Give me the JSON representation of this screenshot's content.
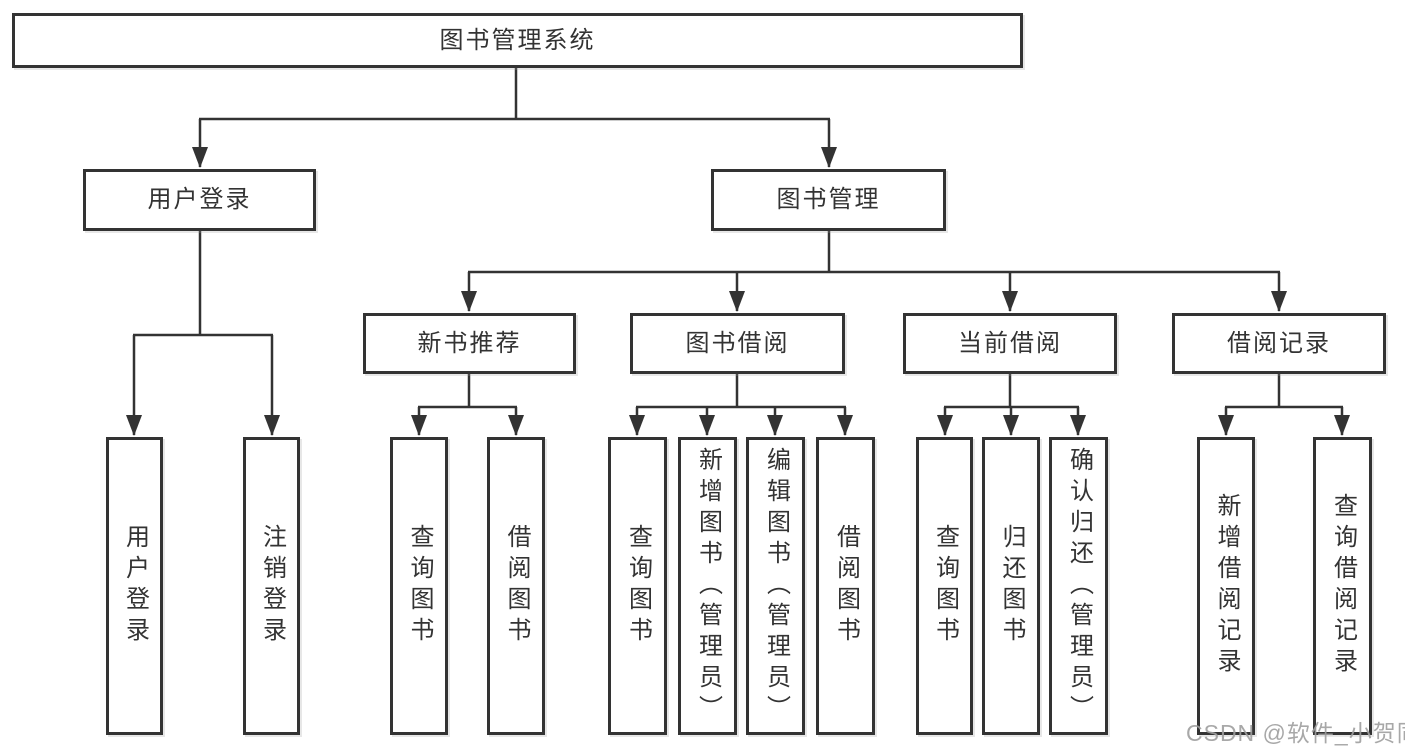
{
  "tree": {
    "root": {
      "label": "图书管理系统"
    },
    "branches": [
      {
        "label": "用户登录",
        "leaves": [
          "用户登录",
          "注销登录"
        ]
      },
      {
        "label": "图书管理",
        "groups": [
          {
            "label": "新书推荐",
            "leaves": [
              "查询图书",
              "借阅图书"
            ]
          },
          {
            "label": "图书借阅",
            "leaves": [
              "查询图书",
              "新增图书（管理员）",
              "编辑图书（管理员）",
              "借阅图书"
            ]
          },
          {
            "label": "当前借阅",
            "leaves": [
              "查询图书",
              "归还图书",
              "确认归还（管理员）"
            ]
          },
          {
            "label": "借阅记录",
            "leaves": [
              "新增借阅记录",
              "查询借阅记录"
            ]
          }
        ]
      }
    ]
  },
  "watermark": {
    "text": "CSDN @软件_小贺同学"
  },
  "colors": {
    "line": "#333333",
    "box_border": "#333333",
    "box_fill": "#ffffff",
    "text": "#333333",
    "background": "#ffffff",
    "watermark": "#9e9e9e"
  }
}
